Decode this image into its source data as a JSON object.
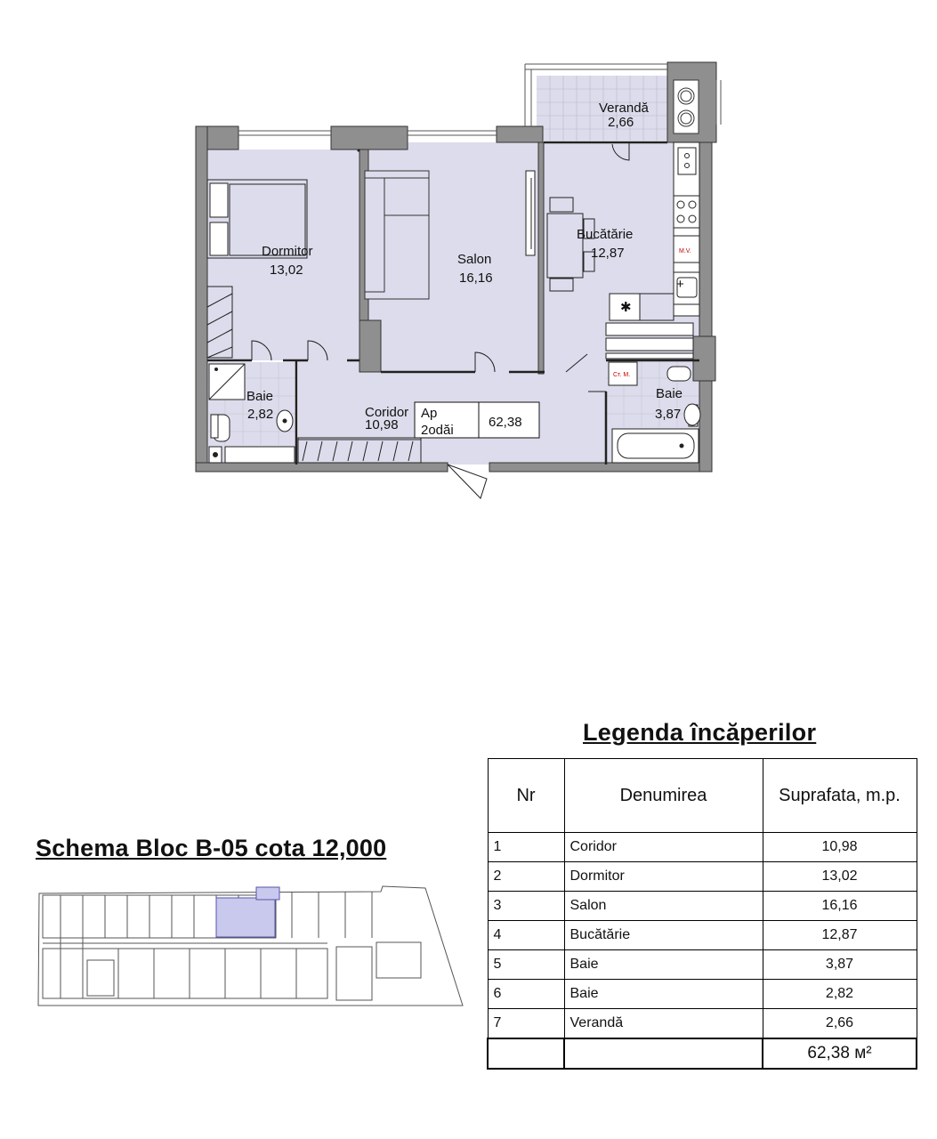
{
  "plan": {
    "rooms": [
      {
        "id": "dormitor",
        "name": "Dormitor",
        "area": "13,02"
      },
      {
        "id": "salon",
        "name": "Salon",
        "area": "16,16"
      },
      {
        "id": "bucatarie",
        "name": "Bucătărie",
        "area": "12,87"
      },
      {
        "id": "veranda",
        "name": "Verandă",
        "area": "2,66"
      },
      {
        "id": "baie-left",
        "name": "Baie",
        "area": "2,82"
      },
      {
        "id": "baie-right",
        "name": "Baie",
        "area": "3,87"
      },
      {
        "id": "coridor",
        "name": "Coridor",
        "area": "10,98"
      }
    ],
    "apartment": {
      "type_line1": "Ap",
      "type_line2": "2odăi",
      "area": "62,38"
    },
    "labels": {
      "mv": "M.V.",
      "stm": "Ст. М."
    }
  },
  "legend": {
    "title": "Legenda încăperilor",
    "headers": {
      "nr": "Nr",
      "name": "Denumirea",
      "area": "Suprafata, m.p."
    },
    "rows": [
      {
        "nr": "1",
        "name": "Coridor",
        "area": "10,98"
      },
      {
        "nr": "2",
        "name": "Dormitor",
        "area": "13,02"
      },
      {
        "nr": "3",
        "name": "Salon",
        "area": "16,16"
      },
      {
        "nr": "4",
        "name": "Bucătărie",
        "area": "12,87"
      },
      {
        "nr": "5",
        "name": "Baie",
        "area": "3,87"
      },
      {
        "nr": "6",
        "name": "Baie",
        "area": "2,82"
      },
      {
        "nr": "7",
        "name": "Verandă",
        "area": "2,66"
      }
    ],
    "total": "62,38 м²"
  },
  "schema": {
    "title": "Schema Bloc B-05 cota 12,000"
  },
  "colors": {
    "room_fill": "#dcdcec",
    "wall": "#8f8f8f",
    "highlight": "#c9c9ee",
    "line": "#222222"
  }
}
